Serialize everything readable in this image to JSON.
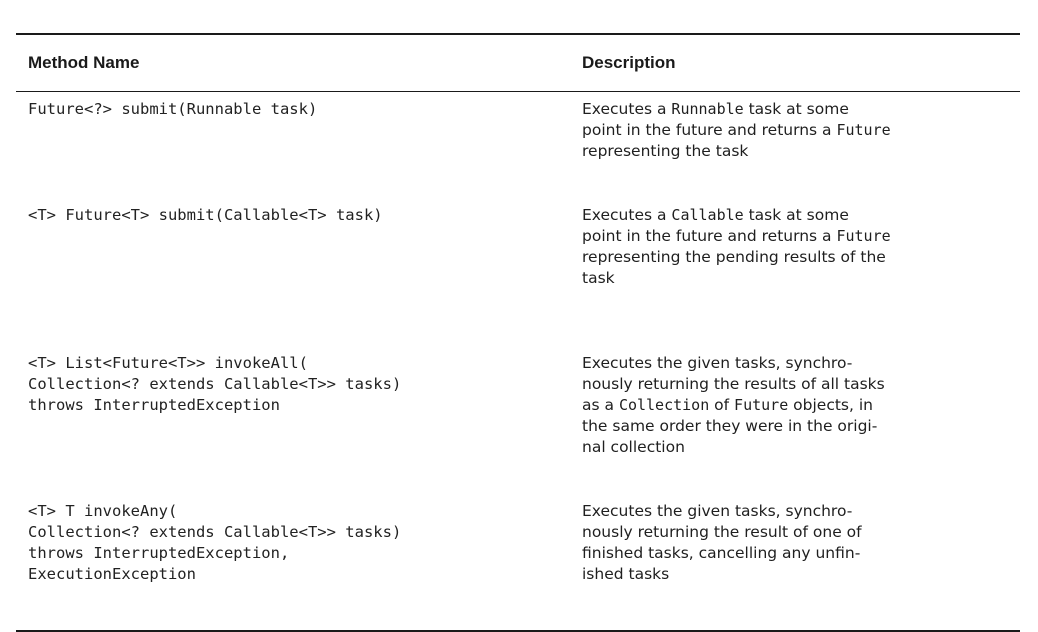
{
  "table": {
    "headers": {
      "method": "Method Name",
      "description": "Description"
    },
    "rows": [
      {
        "method": [
          "Future<?> submit(Runnable task)"
        ],
        "description": [
          [
            [
              "t",
              "Executes a "
            ],
            [
              "c",
              "Runnable"
            ],
            [
              "t",
              " task at some"
            ]
          ],
          [
            [
              "t",
              "point in the future and returns a "
            ],
            [
              "c",
              "Future"
            ]
          ],
          [
            [
              "t",
              "representing the task"
            ]
          ]
        ]
      },
      {
        "method": [
          "<T> Future<T> submit(Callable<T> task)"
        ],
        "description": [
          [
            [
              "t",
              "Executes a "
            ],
            [
              "c",
              "Callable"
            ],
            [
              "t",
              " task at some"
            ]
          ],
          [
            [
              "t",
              "point in the future and returns a "
            ],
            [
              "c",
              "Future"
            ]
          ],
          [
            [
              "t",
              "representing the pending results of the"
            ]
          ],
          [
            [
              "t",
              "task"
            ]
          ]
        ]
      },
      {
        "method": [
          "<T> List<Future<T>> invokeAll(",
          "Collection<? extends Callable<T>> tasks)",
          "throws InterruptedException"
        ],
        "description": [
          [
            [
              "t",
              "Executes the given tasks, synchro-"
            ]
          ],
          [
            [
              "t",
              "nously returning the results of all tasks"
            ]
          ],
          [
            [
              "t",
              "as a "
            ],
            [
              "c",
              "Collection"
            ],
            [
              "t",
              " of "
            ],
            [
              "c",
              "Future"
            ],
            [
              "t",
              " objects, in"
            ]
          ],
          [
            [
              "t",
              "the same order they were in the origi-"
            ]
          ],
          [
            [
              "t",
              "nal collection"
            ]
          ]
        ]
      },
      {
        "method": [
          "<T> T invokeAny(",
          "Collection<? extends Callable<T>> tasks)",
          "throws InterruptedException,",
          "ExecutionException"
        ],
        "description": [
          [
            [
              "t",
              "Executes the given tasks, synchro-"
            ]
          ],
          [
            [
              "t",
              "nously returning the result of one of"
            ]
          ],
          [
            [
              "t",
              "finished tasks, cancelling any unfin-"
            ]
          ],
          [
            [
              "t",
              "ished tasks"
            ]
          ]
        ]
      }
    ]
  }
}
